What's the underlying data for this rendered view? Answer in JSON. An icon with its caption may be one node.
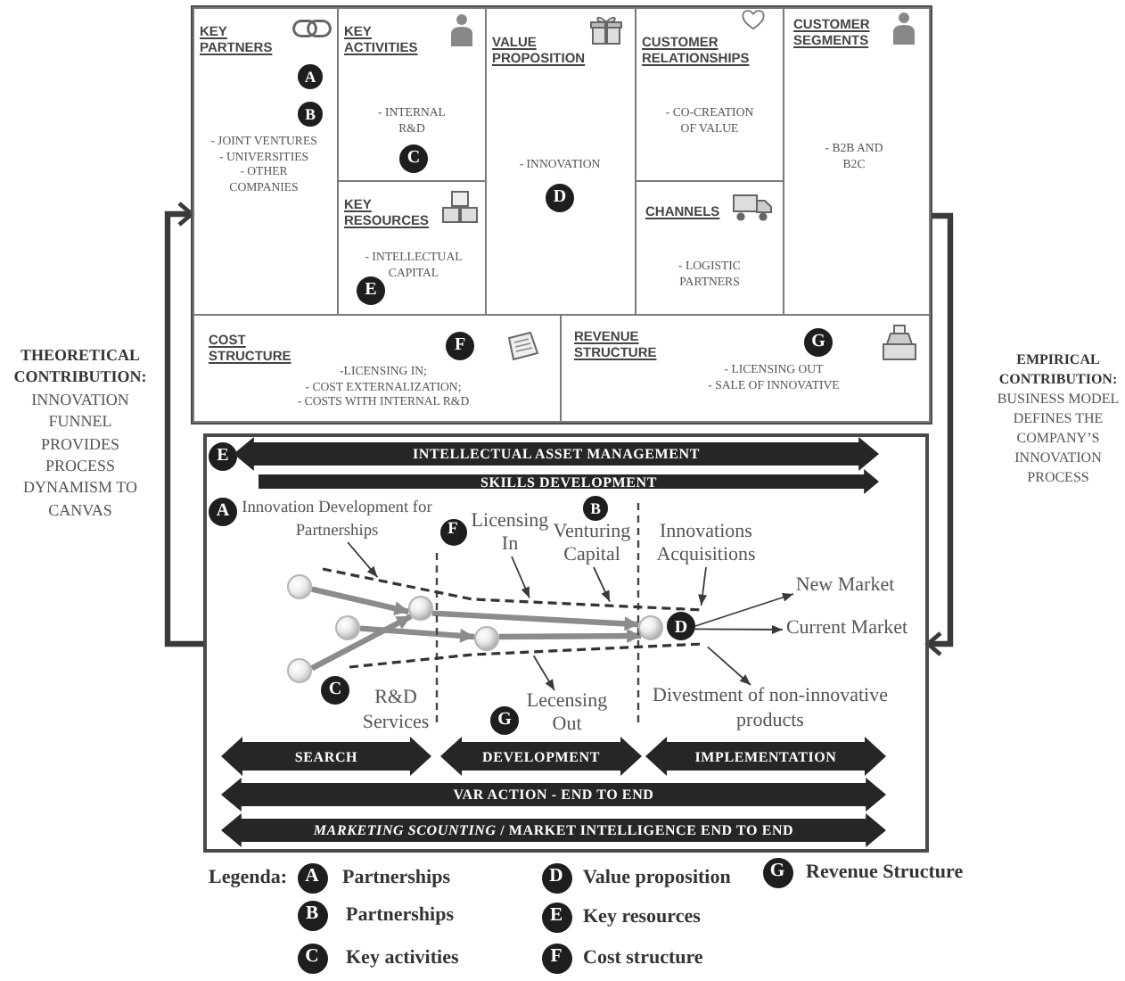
{
  "diagram": {
    "nodes": [
      {
        "text": [],
        "shape": "box"
      },
      {
        "text": [
          "KEY PARTNERS",
          "- JOINT VENTURES",
          "- UNIVERSITIES",
          "- OTHER COMPANIES"
        ],
        "in": 0
      },
      {
        "text": [
          "A"
        ],
        "in": 1
      },
      {
        "text": [
          "B"
        ],
        "in": 1
      },
      {
        "text": [
          "KEY ACTIVITIES",
          "- INTERNAL R&D"
        ],
        "in": 0
      },
      {
        "text": [
          "C"
        ],
        "in": 4
      },
      {
        "text": [
          "VALUE PROPOSITION",
          "- INNOVATION"
        ],
        "in": 0
      },
      {
        "text": [
          "D"
        ],
        "in": 6
      },
      {
        "text": [
          "CUSTOMER RELATIONSHIPS",
          "- CO-CREATION OF VALUE"
        ],
        "in": 0
      },
      {
        "text": [
          "CUSTOMER SEGMENTS",
          "- B2B AND B2C"
        ],
        "in": 0
      },
      {
        "text": [
          "KEY RESOURCES",
          "- INTELLECTUAL CAPITAL"
        ],
        "in": 0
      },
      {
        "text": [
          "E"
        ],
        "in": 10
      },
      {
        "text": [
          "CHANNELS",
          "- LOGISTIC PARTNERS"
        ],
        "in": 0
      },
      {
        "text": [
          "COST STRUCTURE",
          "-LICENSING IN;",
          "- COST EXTERNALIZATION;",
          "- COSTS WITH INTERNAL R&D"
        ],
        "in": 0
      },
      {
        "text": [
          "F"
        ],
        "in": 13
      },
      {
        "text": [
          "REVENUE STRUCTURE",
          "- LICENSING OUT",
          "- SALE OF INNOVATIVE"
        ],
        "in": 0
      },
      {
        "text": [
          "G"
        ],
        "in": 15
      },
      {
        "text": [],
        "shape": "box"
      },
      {
        "text": [
          "E"
        ],
        "in": 17
      },
      {
        "text": [
          "INTELLECTUAL ASSET MANAGEMENT"
        ],
        "in": 17
      },
      {
        "text": [
          "SKILLS DEVELOPMENT"
        ],
        "in": 17
      },
      {
        "text": [
          "A"
        ],
        "in": 17
      },
      {
        "text": [
          "Innovation Development for Partnerships"
        ],
        "in": 17
      },
      {
        "text": [
          "Licensing In"
        ],
        "in": 17
      },
      {
        "text": [
          "F"
        ],
        "in": 17
      },
      {
        "text": [
          "B"
        ],
        "in": 17
      },
      {
        "text": [
          "Venturing Capital"
        ],
        "in": 17
      },
      {
        "text": [
          "Innovations Acquisitions"
        ],
        "in": 17
      },
      {
        "text": [],
        "shape": "circle",
        "in": 17
      },
      {
        "text": [],
        "shape": "circle",
        "in": 17
      },
      {
        "text": [],
        "shape": "funnel",
        "in": 17
      },
      {
        "text": [],
        "shape": "circle",
        "in": 30
      },
      {
        "text": [],
        "shape": "circle",
        "in": 30
      },
      {
        "text": [],
        "shape": "circle",
        "in": 30
      },
      {
        "text": [],
        "shape": "circle",
        "in": 30
      },
      {
        "text": [
          "D"
        ],
        "in": 30
      },
      {
        "text": [
          "New Market"
        ],
        "in": 17
      },
      {
        "text": [
          "Current Market"
        ],
        "in": 17
      },
      {
        "text": [
          "C"
        ],
        "in": 17
      },
      {
        "text": [
          "Lecensing Out"
        ],
        "in": 17
      },
      {
        "text": [
          "G"
        ],
        "in": 17
      },
      {
        "text": [
          "Divestment of non-innovative products"
        ],
        "in": 17
      },
      {
        "text": [
          "SEARCH"
        ],
        "in": 17
      },
      {
        "text": [
          "DEVELOPMENT"
        ],
        "in": 17
      },
      {
        "text": [
          "IMPLEMENTATION"
        ],
        "in": 17
      },
      {
        "text": [
          "VAR ACTION - END TO END"
        ],
        "in": 17
      },
      {
        "text": [
          "*MARKETING SCOUNTING* / MARKET INTELLIGENCE END TO END"
        ],
        "in": 17
      },
      {
        "text": [
          "A"
        ],
        "beside": [
          "Partnerships"
        ]
      },
      {
        "text": [
          "D"
        ],
        "beside": [
          "Value proposition"
        ]
      },
      {
        "text": [
          "G"
        ],
        "beside": [
          "Revenue Structure"
        ]
      },
      {
        "text": [
          "B"
        ],
        "beside": [
          "Partnerships"
        ]
      },
      {
        "text": [
          "E"
        ],
        "beside": [
          "Key resources"
        ]
      },
      {
        "text": [
          "C"
        ],
        "beside": [
          "Key activities"
        ]
      },
      {
        "text": [
          "F"
        ],
        "beside": [
          "Cost structure"
        ]
      }
    ],
    "edges": [
      {
        "from": 17,
        "to": 0,
        "arrow": "to",
        "label": "**THEORETICAL CONTRIBUTION:** INNOVATION FUNNEL PROVIDES PROCESS DYNAMISM TO CANVAS",
        "style": "thick"
      },
      {
        "from": 0,
        "to": 17,
        "arrow": "to",
        "label": "**EMPIRICAL CONTRIBUTION:** BUSINESS MODEL DEFINES THE COMPANY’S INNOVATION PROCESS",
        "style": "thick"
      },
      {
        "from": 22,
        "to": 30,
        "arrow": "to"
      },
      {
        "from": 23,
        "to": 30,
        "arrow": "to"
      },
      {
        "from": 26,
        "to": 30,
        "arrow": "to"
      },
      {
        "from": 27,
        "to": 30,
        "arrow": "to"
      },
      {
        "from": 30,
        "to": 39,
        "arrow": "to"
      },
      {
        "from": 30,
        "to": 41,
        "arrow": "to"
      },
      {
        "from": 35,
        "to": 36,
        "arrow": "to"
      },
      {
        "from": 35,
        "to": 37,
        "arrow": "to"
      },
      {
        "from": 28,
        "to": 32,
        "arrow": "to",
        "style": "thick",
        "color": "#8c8c8c"
      },
      {
        "from": 31,
        "to": 33,
        "arrow": "to",
        "style": "thick",
        "color": "#8c8c8c"
      },
      {
        "from": 29,
        "to": 32,
        "arrow": "to",
        "style": "thick",
        "color": "#8c8c8c"
      },
      {
        "from": 32,
        "to": 34,
        "arrow": "to",
        "style": "thick",
        "color": "#8c8c8c"
      },
      {
        "from": 33,
        "to": 34,
        "arrow": "to",
        "style": "thick",
        "color": "#8c8c8c"
      }
    ],
    "labels": [
      "R&D Services",
      "Legenda:"
    ]
  }
}
